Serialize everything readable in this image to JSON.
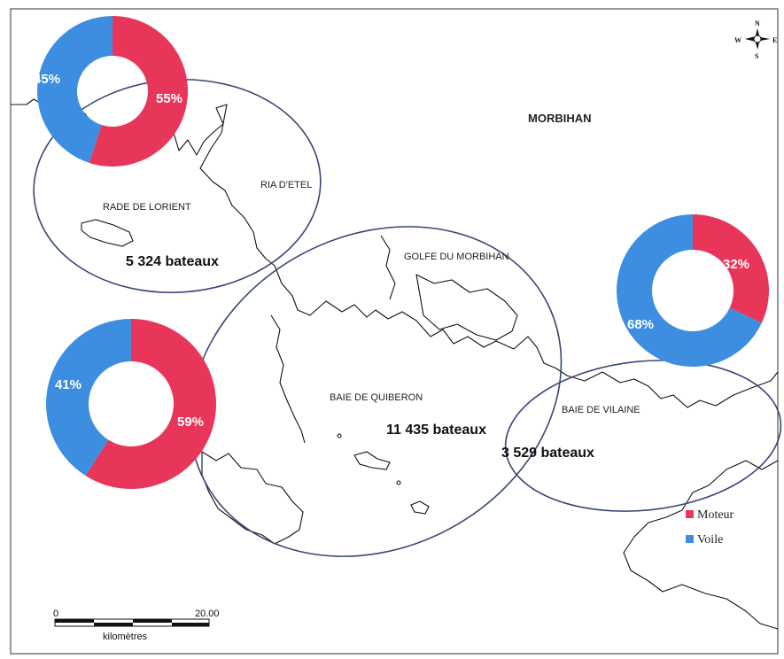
{
  "map": {
    "region_label": "MORBIHAN",
    "compass": {
      "n": "N",
      "s": "S",
      "e": "E",
      "w": "W"
    },
    "scale": {
      "start": "0",
      "end": "20.00",
      "unit": "kilomètres"
    },
    "places": {
      "ria": "RIA D'ETEL",
      "rade": "RADE DE LORIENT",
      "golfe": "GOLFE DU MORBIHAN",
      "quiberon": "BAIE DE QUIBERON",
      "vilaine": "BAIE DE VILAINE"
    }
  },
  "legend": {
    "items": [
      {
        "label": "Moteur",
        "color": "#e8365a"
      },
      {
        "label": "Voile",
        "color": "#3d8ee0"
      }
    ]
  },
  "colors": {
    "moteur": "#e8365a",
    "voile": "#3d8ee0",
    "zone_outline": "#3a4677"
  },
  "zones": [
    {
      "id": "lorient",
      "count_label": "5 324 bateaux",
      "moteur_pct": 55,
      "voile_pct": 45,
      "moteur_label": "55%",
      "voile_label": "45%"
    },
    {
      "id": "quiberon",
      "count_label": "11 435 bateaux",
      "moteur_pct": 59,
      "voile_pct": 41,
      "moteur_label": "59%",
      "voile_label": "41%"
    },
    {
      "id": "vilaine",
      "count_label": "3 529 bateaux",
      "moteur_pct": 32,
      "voile_pct": 68,
      "moteur_label": "32%",
      "voile_label": "68%"
    }
  ]
}
